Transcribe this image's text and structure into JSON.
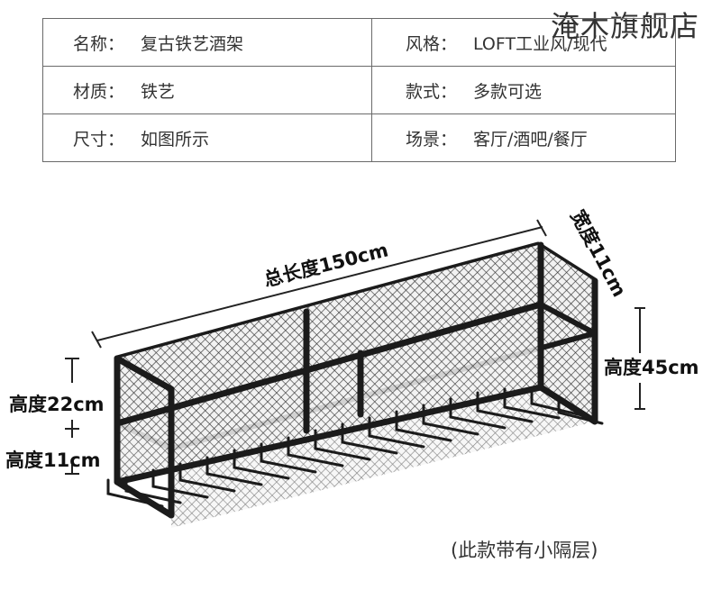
{
  "store_name": "淹木旗舰店",
  "specs": [
    {
      "label": "名称",
      "sep": "：",
      "value": "复古铁艺酒架"
    },
    {
      "label": "风格",
      "sep": "：",
      "value": "LOFT工业风/现代"
    },
    {
      "label": "材质",
      "sep": "：",
      "value": "铁艺"
    },
    {
      "label": "款式",
      "sep": "：",
      "value": "多款可选"
    },
    {
      "label": "尺寸",
      "sep": "：",
      "value": "如图所示"
    },
    {
      "label": "场景",
      "sep": "：",
      "value": "客厅/酒吧/餐厅"
    }
  ],
  "dimensions": {
    "total_length": "总长度150cm",
    "width": "宽度11cm",
    "height_total": "高度45cm",
    "height_upper": "高度22cm",
    "height_lower": "高度11cm"
  },
  "caption": "(此款带有小隔层)",
  "colors": {
    "frame": "#1b1b1b",
    "mesh": "#3a3a3a",
    "table_border": "#6a6a6a"
  }
}
